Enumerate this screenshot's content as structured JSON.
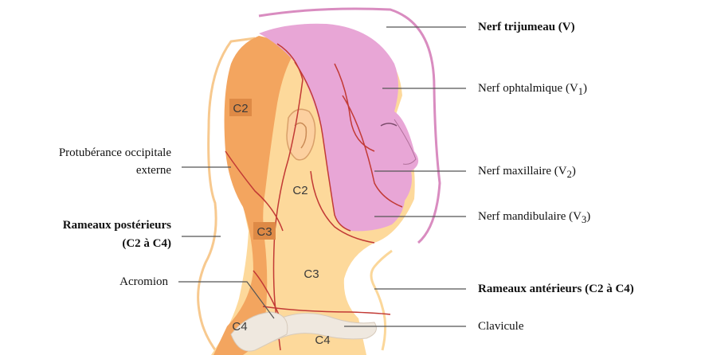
{
  "labels": {
    "trigeminal": "Nerf trijumeau (V)",
    "ophthalmic": {
      "text": "Nerf ophtalmique (V",
      "sub": "1",
      "close": ")"
    },
    "maxillary": {
      "text": "Nerf maxillaire (V",
      "sub": "2",
      "close": ")"
    },
    "mandibular": {
      "text": "Nerf mandibulaire (V",
      "sub": "3",
      "close": ")"
    },
    "anterior_rami": "Rameaux antérieurs (C2 à C4)",
    "clavicle": "Clavicule",
    "occipital_line1": "Protubérance occipitale",
    "occipital_line2": "externe",
    "posterior_line1": "Rameaux postérieurs",
    "posterior_line2": "(C2 à C4)",
    "acromion": "Acromion"
  },
  "zones": {
    "c2_posterior": "C2",
    "c3_posterior": "C3",
    "c4_posterior": "C4",
    "c2_anterior": "C2",
    "c3_anterior": "C3",
    "c4_anterior": "C4"
  },
  "colors": {
    "trigeminal": "#e8a6d6",
    "trigeminal_outline": "#d98cc0",
    "posterior": "#f3a55f",
    "anterior": "#fdd99b",
    "posterior_outline": "#f7c98f",
    "anterior_outline": "#fbd79a",
    "nerve_border": "#c23a35",
    "bone": "#efe8df"
  }
}
